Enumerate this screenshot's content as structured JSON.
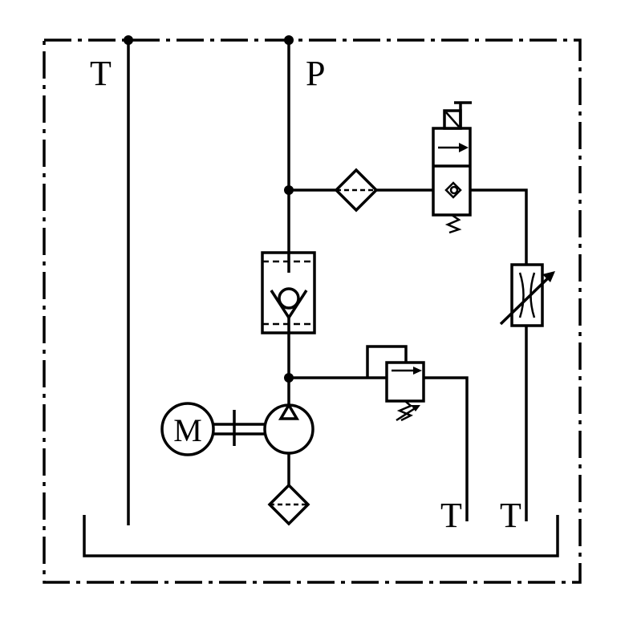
{
  "labels": {
    "tank_top": "T",
    "pressure": "P",
    "motor": "M",
    "tank_relief": "T",
    "tank_flow": "T"
  },
  "colors": {
    "line": "#000000",
    "background": "#ffffff"
  }
}
